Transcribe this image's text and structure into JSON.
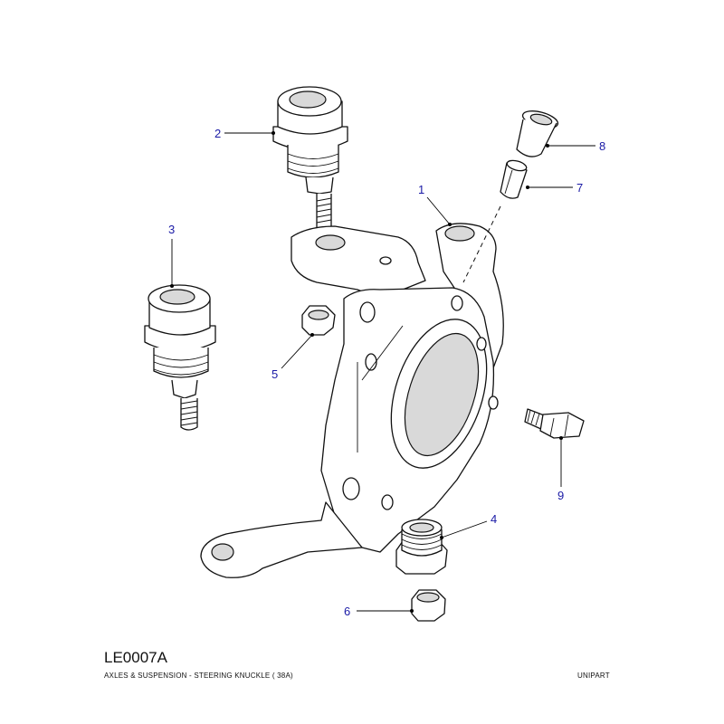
{
  "diagram": {
    "code": "LE0007A",
    "caption": "AXLES & SUSPENSION - STEERING KNUCKLE ( 38A)",
    "brand": "UNIPART",
    "accent_color": "#1a1aa6",
    "callouts": [
      {
        "label": "1",
        "part": "steering-knuckle"
      },
      {
        "label": "2",
        "part": "upper-ball-joint"
      },
      {
        "label": "3",
        "part": "lower-ball-joint"
      },
      {
        "label": "4",
        "part": "threaded-adjuster-bush"
      },
      {
        "label": "5",
        "part": "nut"
      },
      {
        "label": "6",
        "part": "nut"
      },
      {
        "label": "7",
        "part": "split-pin-sleeve"
      },
      {
        "label": "8",
        "part": "flanged-bush"
      },
      {
        "label": "9",
        "part": "stud"
      }
    ]
  }
}
